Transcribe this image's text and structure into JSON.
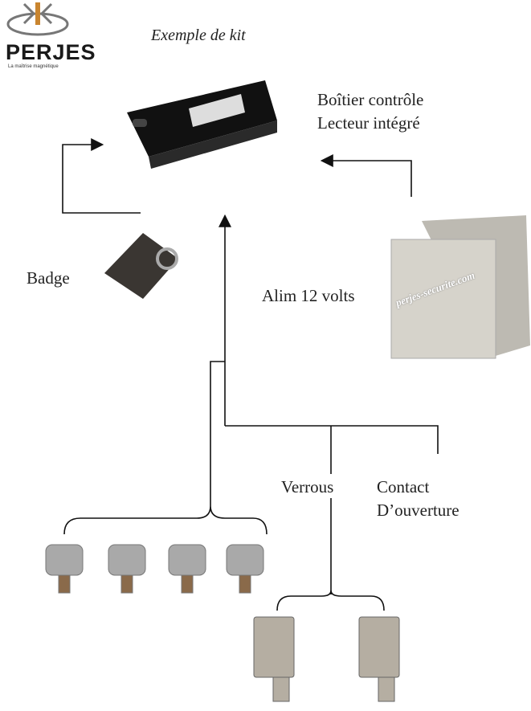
{
  "logo": {
    "name": "PERJES",
    "tagline": "La maîtrise magnétique"
  },
  "title": "Exemple de kit",
  "labels": {
    "control_box": [
      "Boîtier contrôle",
      "Lecteur intégré"
    ],
    "badge": "Badge",
    "power": "Alim 12 volts",
    "locks": "Verrous",
    "contact": [
      "Contact",
      "D’ouverture"
    ]
  },
  "watermark": "perjes-securite.com"
}
